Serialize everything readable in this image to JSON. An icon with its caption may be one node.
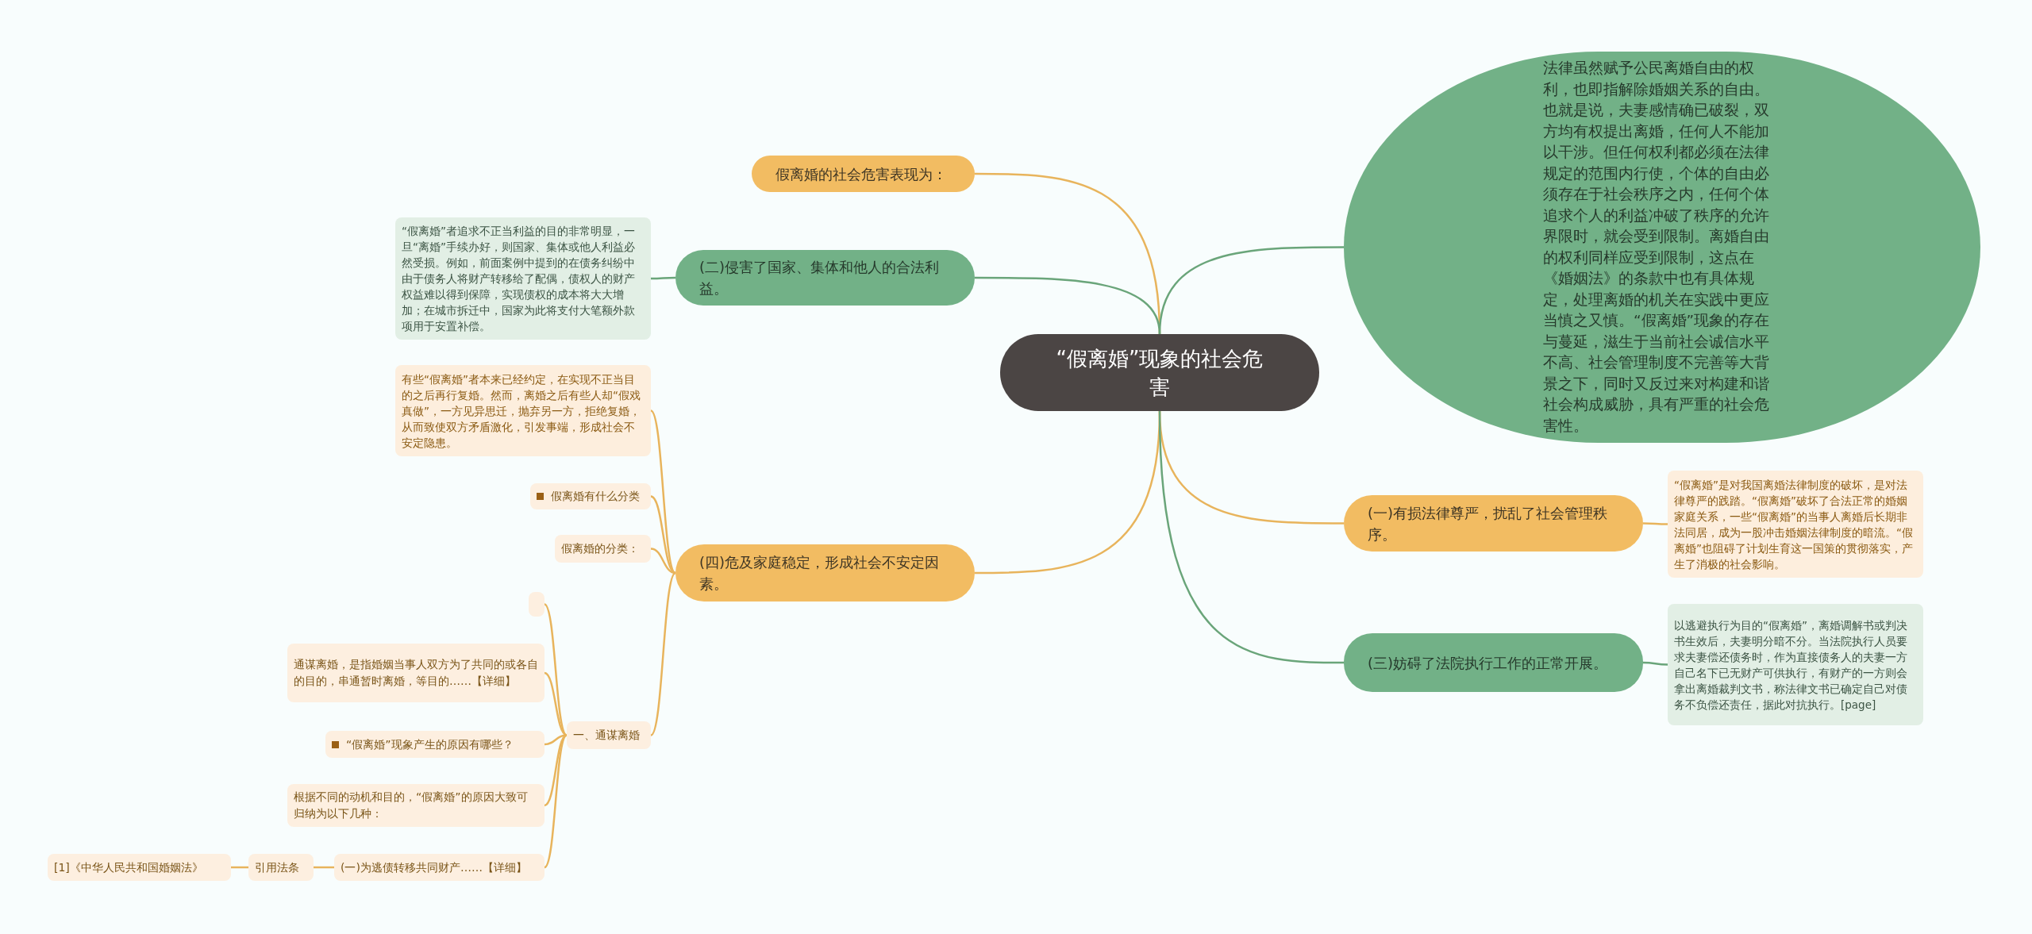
{
  "diagram": {
    "nodes": [
      {
        "text": [
          "“假离婚”现象的社会危害"
        ]
      },
      {
        "text": [
          "假离婚的社会危害表现为："
        ]
      },
      {
        "text": [
          "(二)侵害了国家、集体和他人的合法利益。"
        ]
      },
      {
        "text": [
          "“假离婚”者追求不正当利益的目的非常明显，一旦“离婚”手续办好，则国家、集体或他人利益必然受损。例如，前面案例中提到的在债务纠纷中由于债务人将财产转移给了配偶，债权人的财产权益难以得到保障，实现债权的成本将大大增加；在城市拆迁中，国家为此将支付大笔额外款项用于安置补偿。"
        ]
      },
      {
        "text": [
          "(四)危及家庭稳定，形成社会不安定因素。"
        ]
      },
      {
        "text": [
          "有些“假离婚”者本来已经约定，在实现不正当目的之后再行复婚。然而，离婚之后有些人却“假戏真做”，一方见异思迁，抛弃另一方，拒绝复婚，从而致使双方矛盾激化，引发事端，形成社会不安定隐患。"
        ]
      },
      {
        "text": [
          "假离婚有什么分类"
        ]
      },
      {
        "text": [
          "假离婚的分类："
        ]
      },
      {
        "text": [],
        "shape": "box"
      },
      {
        "text": [
          "一、通谋离婚"
        ]
      },
      {
        "text": [
          "通谋离婚，是指婚姻当事人双方为了共同的或各自的目的，串通暂时离婚，等目的……【详细】"
        ]
      },
      {
        "text": [
          "“假离婚”现象产生的原因有哪些？"
        ]
      },
      {
        "text": [
          "根据不同的动机和目的，“假离婚”的原因大致可归纳为以下几种："
        ]
      },
      {
        "text": [
          "(一)为逃债转移共同财产……【详细】"
        ]
      },
      {
        "text": [
          "引用法条"
        ]
      },
      {
        "text": [
          "[1]《中华人民共和国婚姻法》"
        ]
      },
      {
        "text": [
          "法律虽然赋予公民离婚自由的权利，也即指解除婚姻关系的自由。也就是说，夫妻感情确已破裂，双方均有权提出离婚，任何人不能加以干涉。但任何权利都必须在法律规定的范围内行使，个体的自由必须存在于社会秩序之内，任何个体追求个人的利益冲破了秩序的允许界限时，就会受到限制。离婚自由的权利同样应受到限制，这点在《婚姻法》的条款中也有具体规定，处理离婚的机关在实践中更应当慎之又慎。“假离婚”现象的存在与蔓延，滋生于当前社会诚信水平不高、社会管理制度不完善等大背景之下，同时又反过来对构建和谐社会构成威胁，具有严重的社会危害性。"
        ]
      },
      {
        "text": [
          "(一)有损法律尊严，扰乱了社会管理秩序。"
        ]
      },
      {
        "text": [
          "“假离婚”是对我国离婚法律制度的破坏，是对法律尊严的践踏。“假离婚”破坏了合法正常的婚姻家庭关系，一些“假离婚”的当事人离婚后长期非法同居，成为一股冲击婚姻法律制度的暗流。“假离婚”也阻碍了计划生育这一国策的贯彻落实，产生了消极的社会影响。"
        ]
      },
      {
        "text": [
          "(三)妨碍了法院执行工作的正常开展。"
        ]
      },
      {
        "text": [
          "以逃避执行为目的“假离婚”，离婚调解书或判决书生效后，夫妻明分暗不分。当法院执行人员要求夫妻偿还债务时，作为直接债务人的夫妻一方自己名下已无财产可供执行，有财产的一方则会拿出离婚裁判文书，称法律文书已确定自己对债务不负偿还责任，据此对抗执行。[page]"
        ]
      }
    ],
    "edges": [
      {
        "from": 0,
        "to": 1,
        "arrow": "none"
      },
      {
        "from": 0,
        "to": 2,
        "arrow": "none",
        "color": "#6aa57a"
      },
      {
        "from": 2,
        "to": 3,
        "arrow": "none",
        "color": "#6aa57a"
      },
      {
        "from": 0,
        "to": 4,
        "arrow": "none"
      },
      {
        "from": 4,
        "to": 5,
        "arrow": "none"
      },
      {
        "from": 4,
        "to": 6,
        "arrow": "none"
      },
      {
        "from": 4,
        "to": 7,
        "arrow": "none"
      },
      {
        "from": 4,
        "to": 9,
        "arrow": "none"
      },
      {
        "from": 9,
        "to": 8,
        "arrow": "none"
      },
      {
        "from": 9,
        "to": 10,
        "arrow": "none"
      },
      {
        "from": 9,
        "to": 11,
        "arrow": "none"
      },
      {
        "from": 9,
        "to": 12,
        "arrow": "none"
      },
      {
        "from": 9,
        "to": 13,
        "arrow": "none"
      },
      {
        "from": 13,
        "to": 14,
        "arrow": "none"
      },
      {
        "from": 14,
        "to": 15,
        "arrow": "none"
      },
      {
        "from": 0,
        "to": 16,
        "arrow": "none",
        "color": "#6aa57a"
      },
      {
        "from": 0,
        "to": 17,
        "arrow": "none"
      },
      {
        "from": 17,
        "to": 18,
        "arrow": "none"
      },
      {
        "from": 0,
        "to": 19,
        "arrow": "none",
        "color": "#6aa57a"
      },
      {
        "from": 19,
        "to": 20,
        "arrow": "none",
        "color": "#6aa57a"
      }
    ]
  }
}
